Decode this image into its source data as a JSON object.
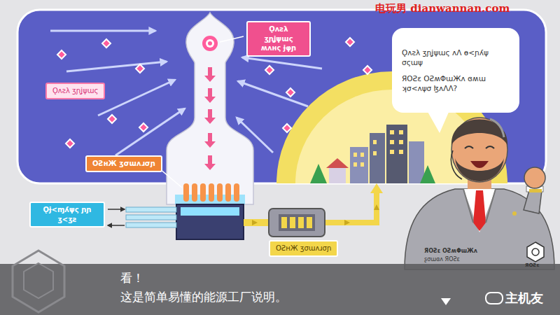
{
  "diagram": {
    "nodes": [
      {
        "text": [
          "Ǫʌƨλ ʒɲʝψɯς ʍʌʜς ɉφɲ"
        ]
      },
      {
        "text": [
          "Ǫʌƨλ ʒɲʝψɯς"
        ]
      },
      {
        "text": [
          "Ǫʌƨλ ʒɲʝψɯς ʌɅ ɵ<ɲʎψ σςɯψ",
          "ЯΟƧɛ ΟƧʍΦɯЖʌ ɞʍɯ ʞσ<ʌψσ ɮʌɅɅ?"
        ]
      },
      {
        "text": [
          "ΟƧʜЖ ʒσɯʌɹσɲ"
        ]
      },
      {
        "text": [
          "Ǫɉ<ɱʎψς ɲɲ ʒ<ʒƨ"
        ]
      },
      {
        "text": [
          "ΟƧʜЖ ʒσɯʌɹσɲ"
        ]
      },
      {
        "text": [
          "看！",
          "这是简单易懂的能源工厂说明。"
        ]
      }
    ],
    "labels": [
      "电玩男 dianwannan.com",
      "ЯΟƧɛ ΟƧʍΦɯЖʌ",
      "ʂσɯɞʌ ЯΟƧɛ",
      "ЯΟƧɛ",
      "主机友"
    ]
  }
}
